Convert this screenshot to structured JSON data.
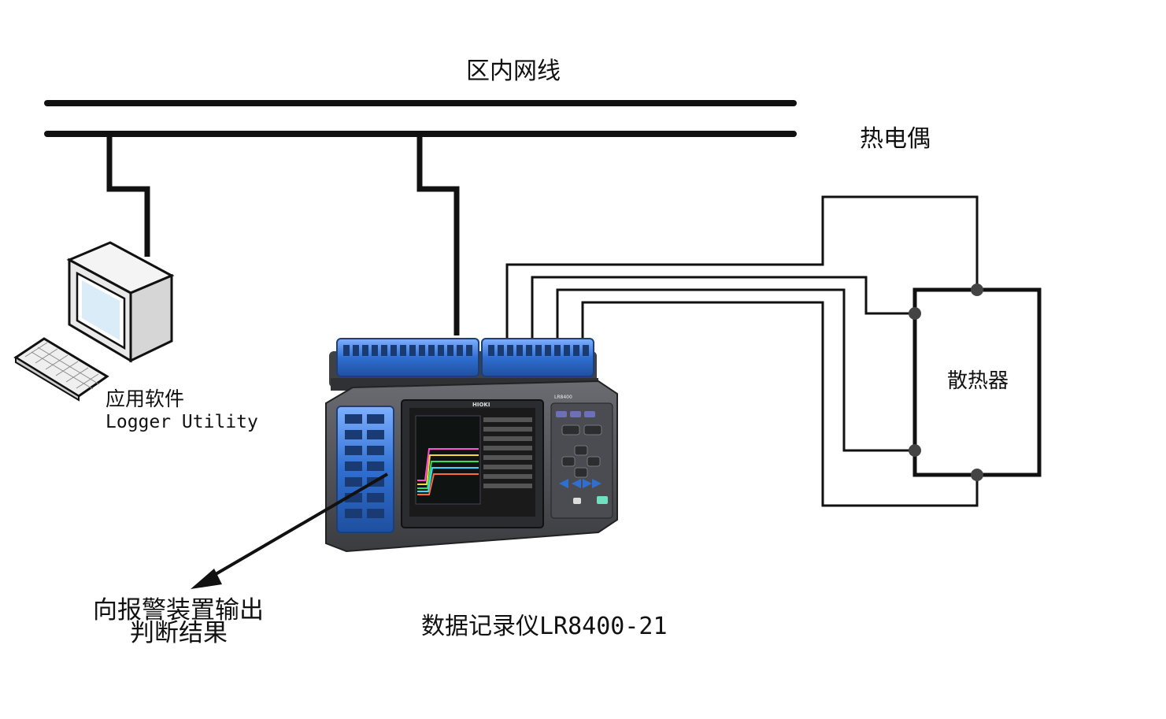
{
  "labels": {
    "network": "区内网线",
    "thermocouple": "热电偶",
    "heatsink": "散热器",
    "software_cn": "应用软件",
    "software_en": "Logger Utility",
    "alarm_line1": "向报警装置输出",
    "alarm_line2": "判断结果",
    "logger_cn": "数据记录仪",
    "logger_model": "LR8400-21",
    "device_brand": "HIOKI",
    "device_model": "LR8400"
  },
  "colors": {
    "line": "#111111",
    "terminal_blue": "#2f6fd1",
    "device_body": "#4b4d52",
    "screen_bg": "#1a1a1a"
  }
}
